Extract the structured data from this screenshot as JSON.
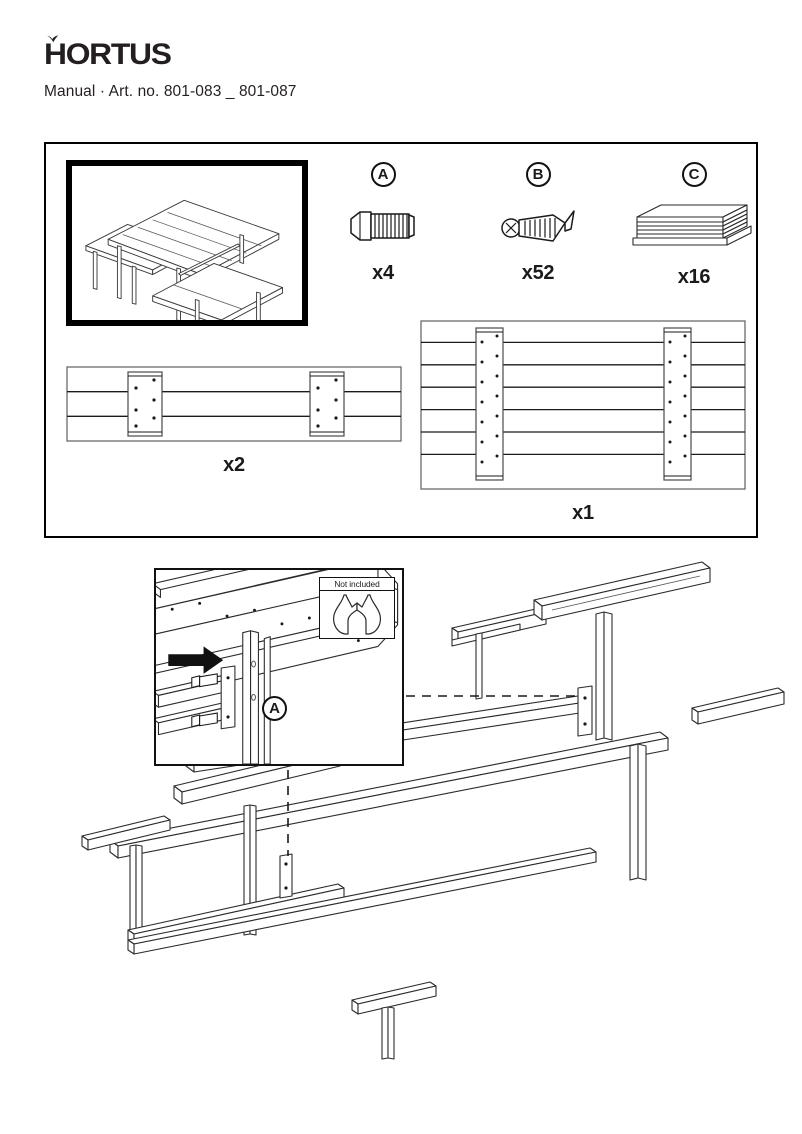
{
  "document": {
    "brand": "HORTUS",
    "subtitle": "Manual · Art. no. 801-083 _ 801-087",
    "type": "assembly-manual"
  },
  "parts_panel": {
    "hero": {
      "name": "picnic-table-assembled",
      "description": "Assembled picnic table with two attached bench seats"
    },
    "hardware": [
      {
        "badge": "A",
        "qty": "x4",
        "icon": "hex-bolt-icon",
        "description": "Hex head bolt"
      },
      {
        "badge": "B",
        "qty": "x52",
        "icon": "wood-screw-icon",
        "description": "Phillips head wood screw"
      },
      {
        "badge": "C",
        "qty": "x16",
        "icon": "plank-stack-icon",
        "description": "Stack of wooden planks"
      }
    ],
    "panels": [
      {
        "qty": "x2",
        "icon": "bench-seat-panel-icon",
        "planks": 3,
        "battens": 2,
        "description": "Bench seat panel"
      },
      {
        "qty": "x1",
        "icon": "tabletop-panel-icon",
        "planks": 7,
        "battens": 2,
        "description": "Tabletop panel"
      }
    ]
  },
  "assembly": {
    "detail": {
      "badge": "A",
      "not_included_label": "Not included",
      "tool_icon": "open-end-wrench-icon",
      "arrow_icon": "insert-arrow-icon"
    },
    "frame": {
      "name": "steel-frame-exploded",
      "description": "Isometric exploded view of the steel table frame with cross braces and bench supports"
    }
  },
  "colors": {
    "ink": "#1a1a1a",
    "line": "#333333",
    "paper": "#ffffff",
    "shade": "#f2f2f2"
  }
}
